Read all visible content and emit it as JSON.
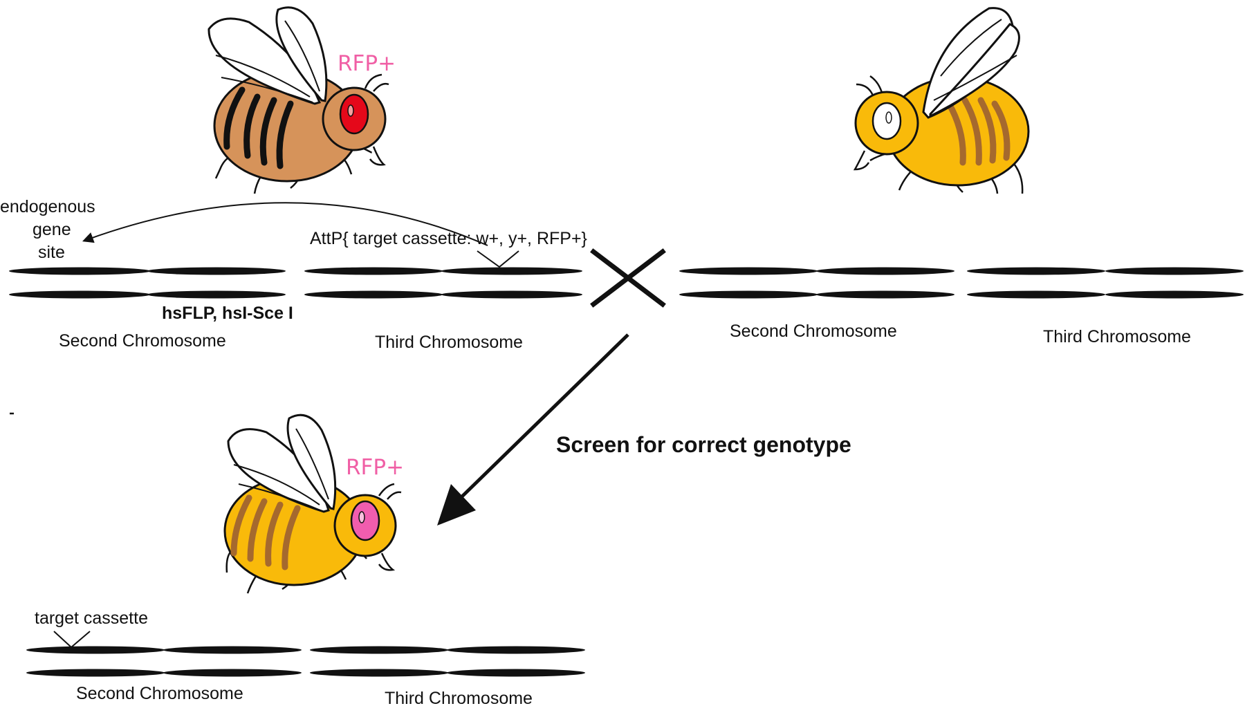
{
  "colors": {
    "brown_body": "#D6935A",
    "yellow_body": "#F9BA0A",
    "stripe_brown": "#A5692E",
    "eye_red": "#E5081A",
    "eye_pink": "#F15DAE",
    "rfp_label": "#F05FA5",
    "ink": "#111111"
  },
  "parent_left": {
    "rfp_label": "RFP+",
    "endogenous_label": [
      "endogenous",
      "gene",
      "site"
    ],
    "attp_label": "AttP{ target cassette: w+, y+, RFP+}",
    "transgene_label": "hsFLP, hsI-Sce I",
    "second_label": "Second Chromosome",
    "third_label": "Third Chromosome"
  },
  "parent_right": {
    "second_label": "Second Chromosome",
    "third_label": "Third Chromosome"
  },
  "screen_label": "Screen for correct genotype",
  "offspring": {
    "rfp_label": "RFP+",
    "target_label": "target cassette",
    "second_label": "Second Chromosome",
    "third_label": "Third Chromosome"
  },
  "icons": [
    "fly-icon",
    "cross-icon",
    "arrow-icon"
  ]
}
